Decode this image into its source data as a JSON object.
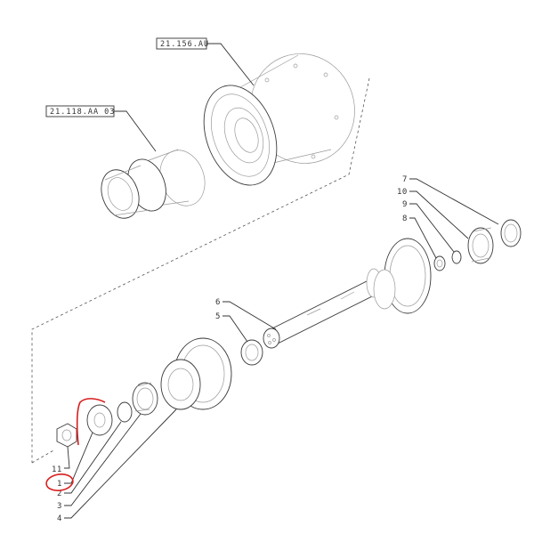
{
  "references": {
    "upper_housing": "21.156.AU",
    "upper_gear": "21.118.AA 03"
  },
  "callouts": [
    "7",
    "10",
    "9",
    "8",
    "6",
    "5",
    "11",
    "1",
    "2",
    "3",
    "4"
  ],
  "annotation_color": "#d81e1e",
  "line_color": "#333333"
}
